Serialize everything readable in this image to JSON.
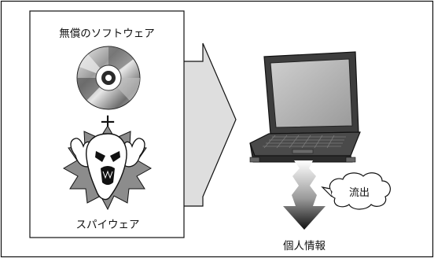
{
  "diagram": {
    "free_software_label": "無償のソフトウェア",
    "plus_sign": "+",
    "spyware_label": "スパイウェア",
    "leak_label": "流出",
    "personal_info_label": "個人情報"
  },
  "icons": {
    "cd": "cd-disc-icon",
    "spyware": "spyware-monster-icon",
    "laptop": "laptop-icon",
    "arrow": "big-right-arrow-icon",
    "leak_arrow": "down-leak-arrow-icon",
    "cloud": "speech-cloud-icon"
  },
  "colors": {
    "ink": "#111111",
    "arrow_gray": "#dcdcdc",
    "laptop_dark": "#3a3a3a",
    "star_gray": "#8a8a8a"
  }
}
